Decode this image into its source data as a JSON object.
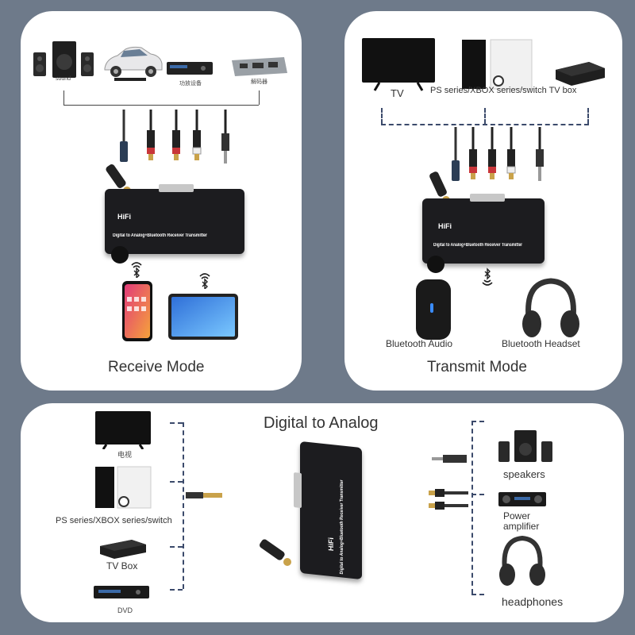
{
  "receive": {
    "top_labels": {
      "sound": "sound",
      "amp": "功放设备",
      "decoder": "解码器"
    },
    "device": {
      "hifi": "HiFi",
      "subtitle": "Digital to Analog+Bluetooth Receiver Transmitter"
    },
    "mode_label": "Receive Mode"
  },
  "transmit": {
    "top_labels": {
      "tv": "TV",
      "consoles": "PS series/XBOX series/switch TV box"
    },
    "device": {
      "hifi": "HiFi",
      "subtitle": "Digital to Analog+Bluetooth Receiver Transmitter"
    },
    "outputs": {
      "bt_audio": "Bluetooth Audio",
      "bt_headset": "Bluetooth Headset"
    },
    "mode_label": "Transmit Mode"
  },
  "d2a": {
    "title": "Digital to Analog",
    "sources": {
      "tv": "电视",
      "consoles": "PS series/XBOX series/switch",
      "tv_box": "TV Box",
      "dvd": "DVD"
    },
    "device": {
      "hifi": "HiFi",
      "subtitle": "Digital to Analog+Bluetooth Receiver Transmitter"
    },
    "outputs": {
      "speakers": "speakers",
      "amp": "Power amplifier",
      "headphones": "headphones"
    }
  },
  "colors": {
    "background": "#6e7a8a",
    "panel": "#ffffff",
    "dash": "#3b4a6b",
    "device": "#1c1c1f",
    "gold": "#c9a24a"
  }
}
